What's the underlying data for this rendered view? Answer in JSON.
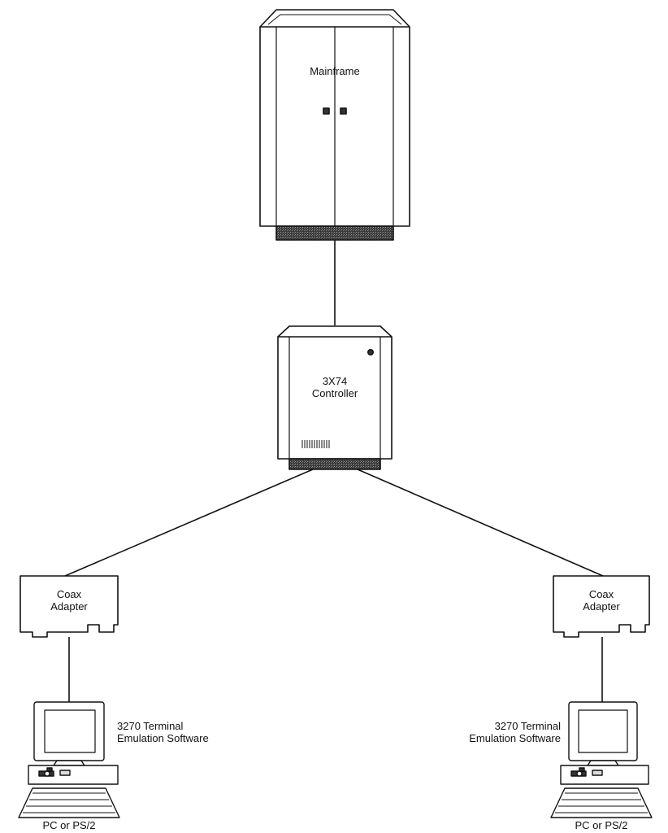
{
  "diagram": {
    "nodes": {
      "mainframe": {
        "label": "Mainframe"
      },
      "controller": {
        "line1": "3X74",
        "line2": "Controller"
      },
      "adapter_left": {
        "line1": "Coax",
        "line2": "Adapter"
      },
      "adapter_right": {
        "line1": "Coax",
        "line2": "Adapter"
      },
      "pc_left": {
        "label": "PC or PS/2",
        "software_line1": "3270 Terminal",
        "software_line2": "Emulation Software"
      },
      "pc_right": {
        "label": "PC or PS/2",
        "software_line1": "3270 Terminal",
        "software_line2": "Emulation Software"
      }
    },
    "edges": [
      {
        "from": "mainframe",
        "to": "controller"
      },
      {
        "from": "controller",
        "to": "adapter_left"
      },
      {
        "from": "controller",
        "to": "adapter_right"
      },
      {
        "from": "adapter_left",
        "to": "pc_left"
      },
      {
        "from": "adapter_right",
        "to": "pc_right"
      }
    ]
  }
}
